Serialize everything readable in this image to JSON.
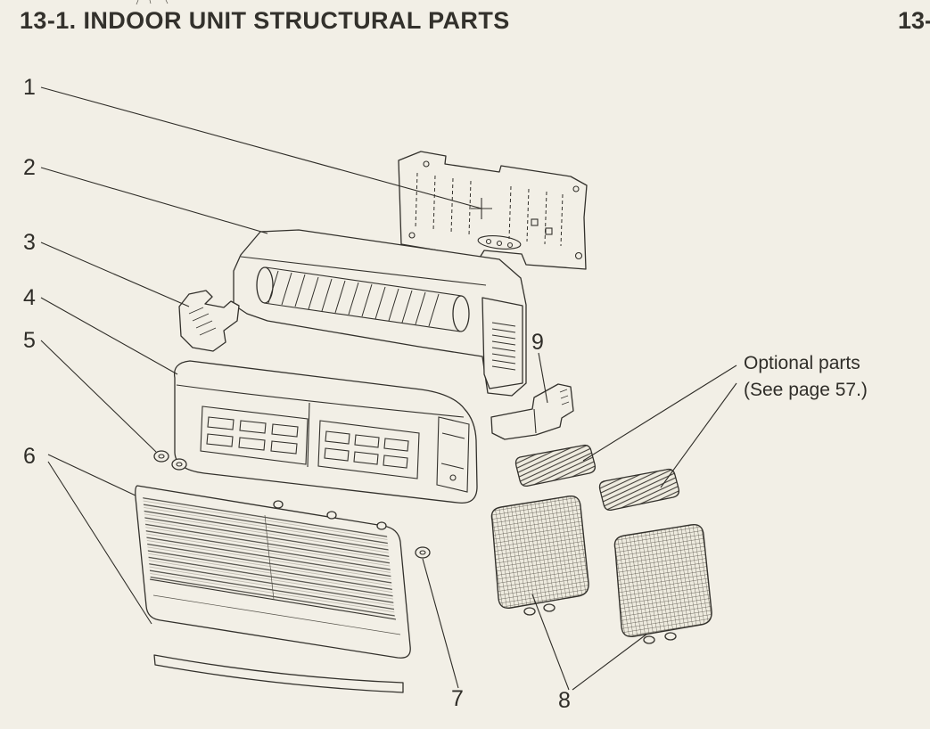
{
  "page": {
    "title": "13-1. INDOOR UNIT STRUCTURAL PARTS",
    "corner_text": "13-"
  },
  "diagram": {
    "part_numbers": [
      "1",
      "2",
      "3",
      "4",
      "5",
      "6",
      "7",
      "8",
      "9"
    ],
    "optional_note_line1": "Optional parts",
    "optional_note_line2": "(See page 57.)"
  },
  "colors": {
    "background": "#f2efe6",
    "line": "#33312c",
    "text": "#2f2d28"
  }
}
